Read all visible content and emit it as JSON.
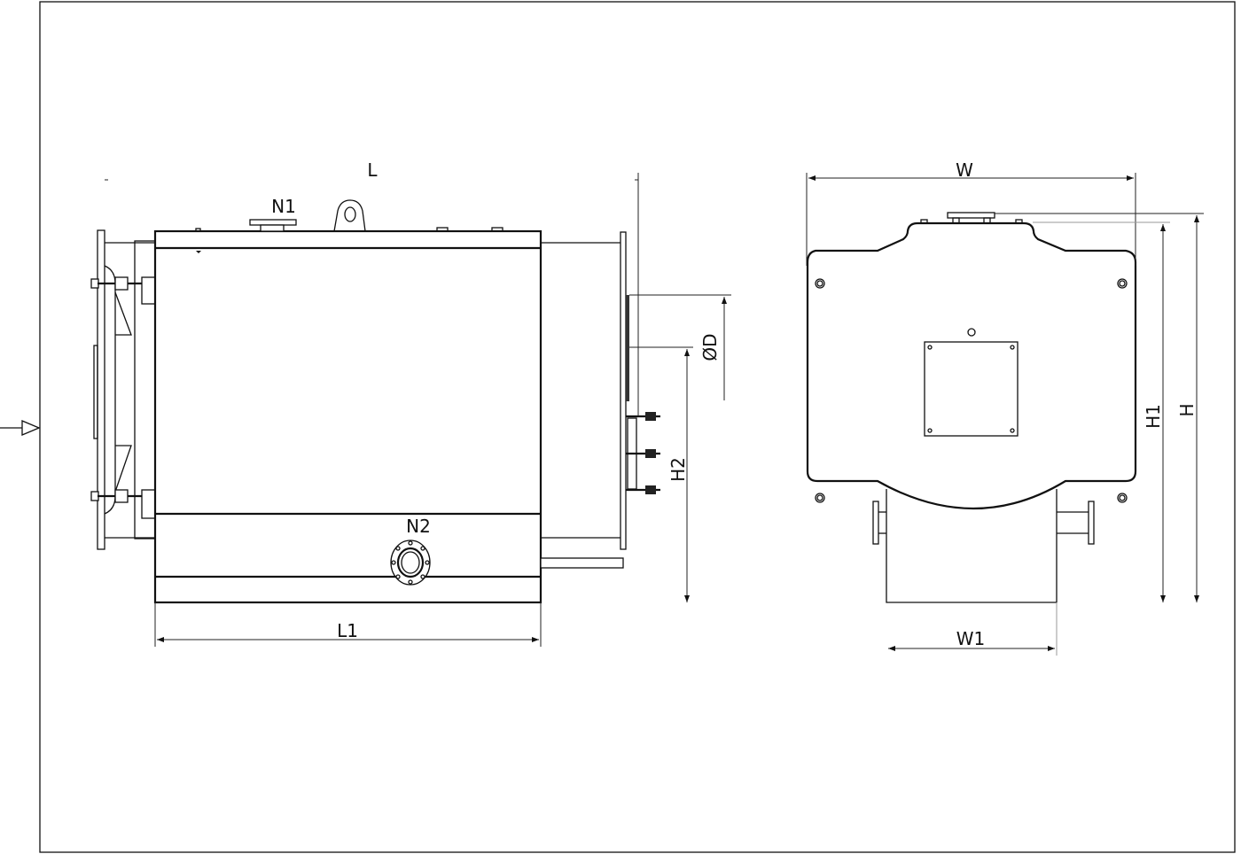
{
  "drawing": {
    "side_view": {
      "labels": {
        "length": "L",
        "nozzle_top": "N1",
        "nozzle_bottom": "N2",
        "body_length": "L1",
        "diameter": "ØD",
        "height_axis": "H2"
      }
    },
    "front_view": {
      "labels": {
        "width": "W",
        "height_1": "H1",
        "height": "H",
        "base_width": "W1"
      }
    }
  }
}
